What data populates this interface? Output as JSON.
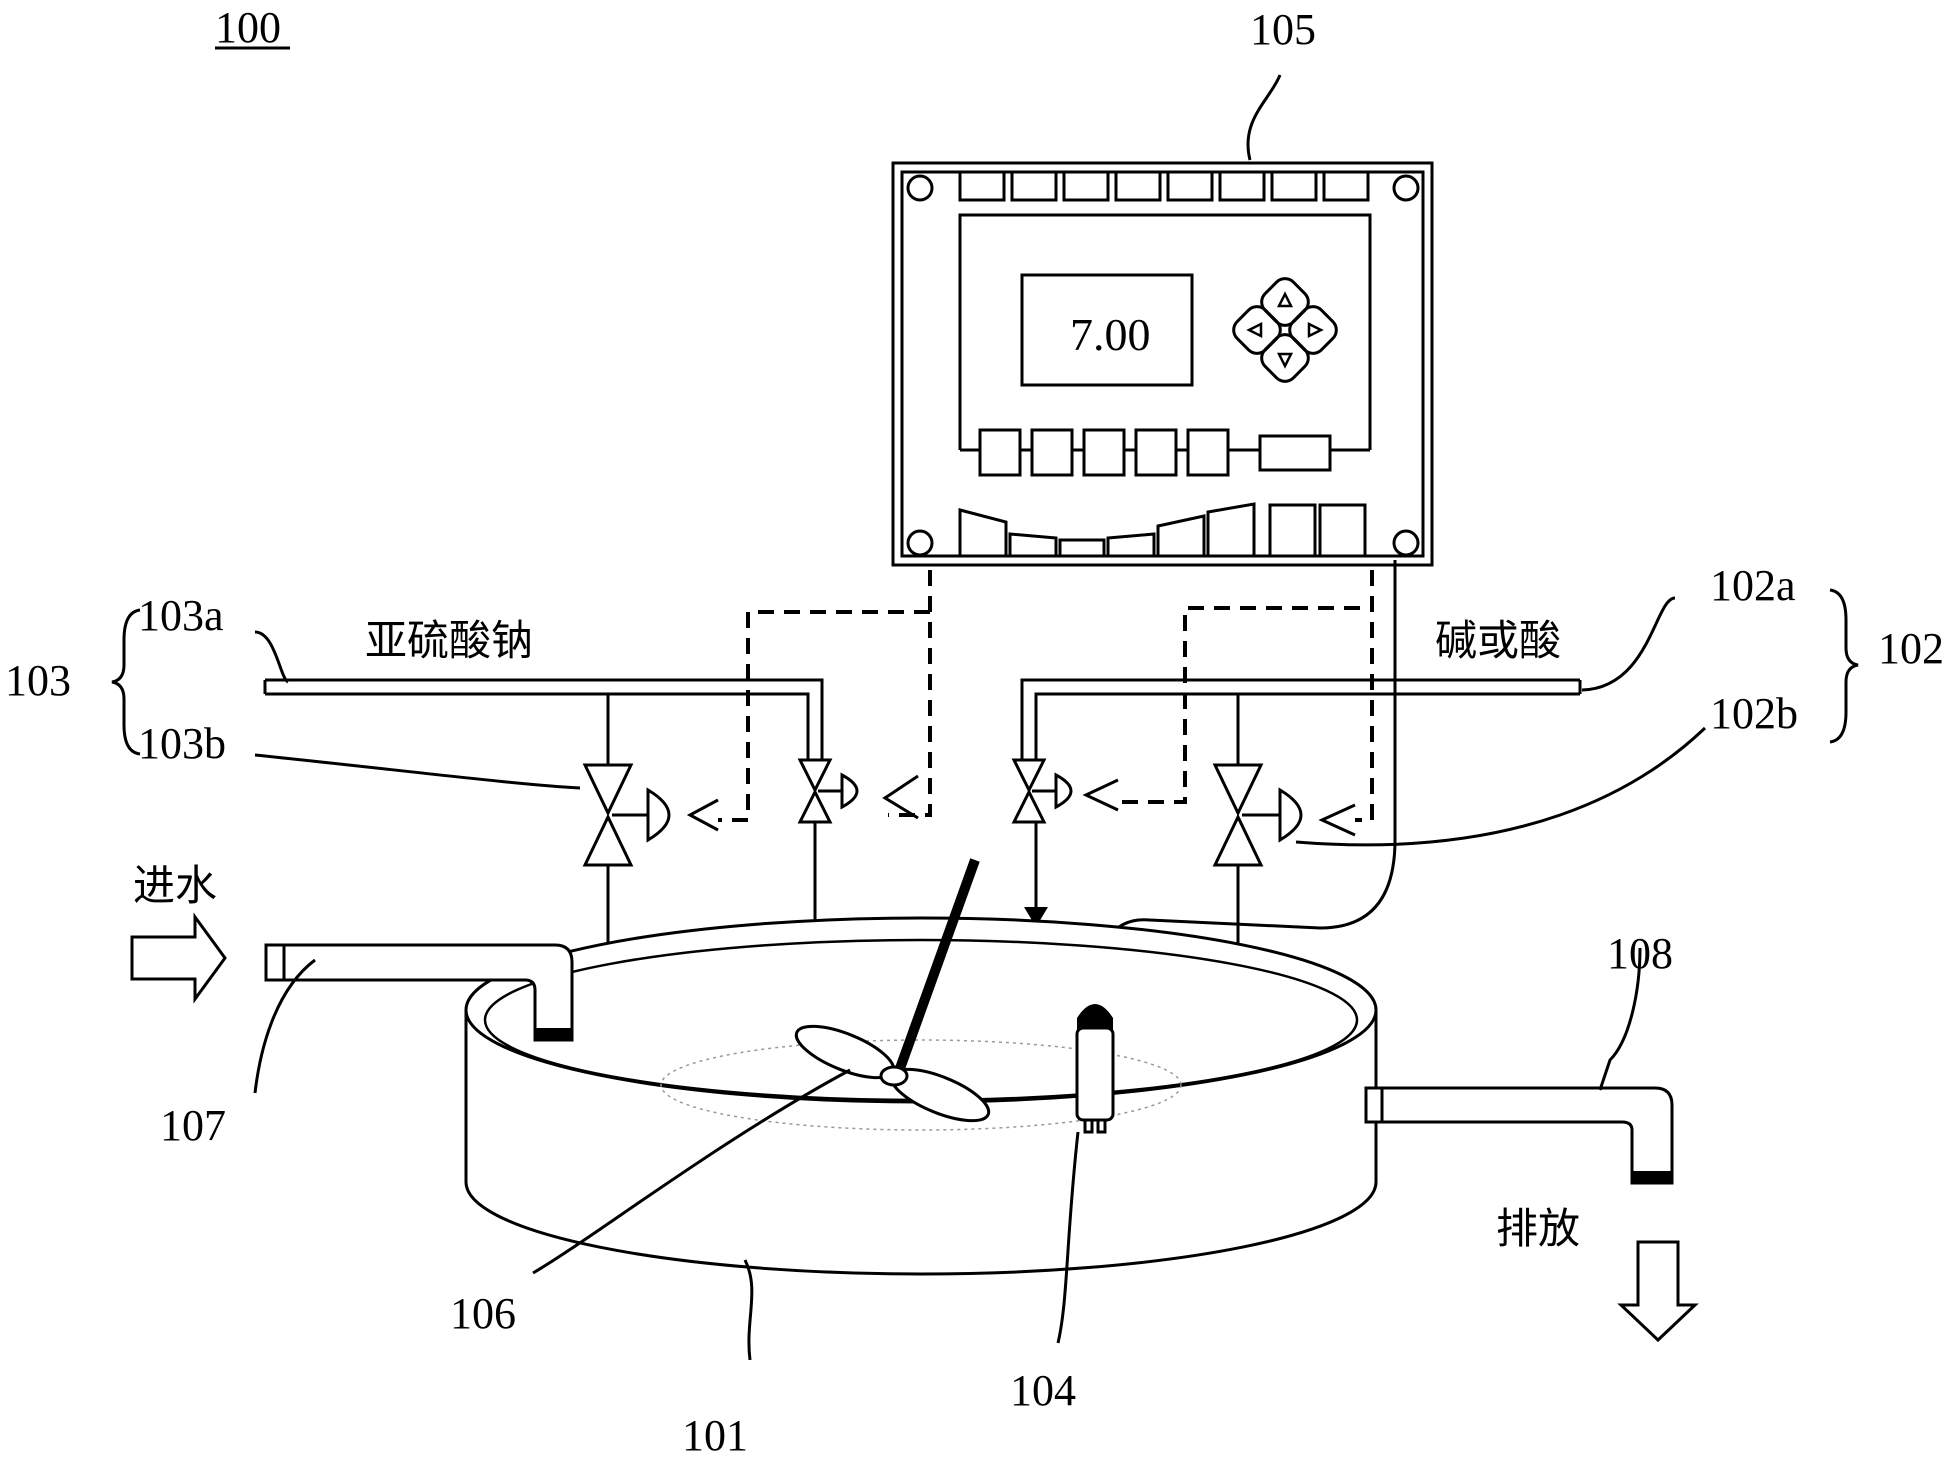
{
  "figure": {
    "number": "100",
    "labels": {
      "tank": "101",
      "base_acid_group": "102",
      "base_acid_pipe": "102a",
      "base_acid_valve": "102b",
      "sulfite_group": "103",
      "sulfite_pipe": "103a",
      "sulfite_valve": "103b",
      "probe": "104",
      "controller": "105",
      "stirrer": "106",
      "inlet": "107",
      "outlet": "108"
    },
    "text": {
      "sulfite": "亚硫酸钠",
      "base_or_acid": "碱或酸",
      "water_in": "进水",
      "discharge": "排放"
    },
    "display_value": "7.00"
  }
}
